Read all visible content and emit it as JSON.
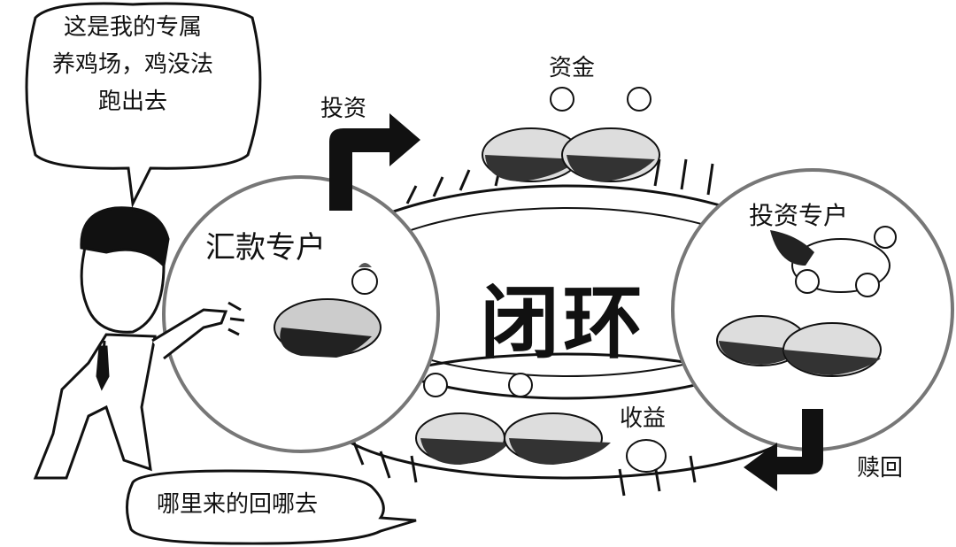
{
  "speech": {
    "top_lines": [
      "这是我的专属",
      "养鸡场，鸡没法",
      "跑出去"
    ],
    "bottom": "哪里来的回哪去"
  },
  "labels": {
    "remit_account": "汇款专户",
    "invest_account": "投资专户",
    "invest": "投资",
    "funds": "资金",
    "returns": "收益",
    "redeem": "赎回",
    "closed_loop": "闭环"
  },
  "colors": {
    "ink": "#111111",
    "paper": "#ffffff"
  }
}
